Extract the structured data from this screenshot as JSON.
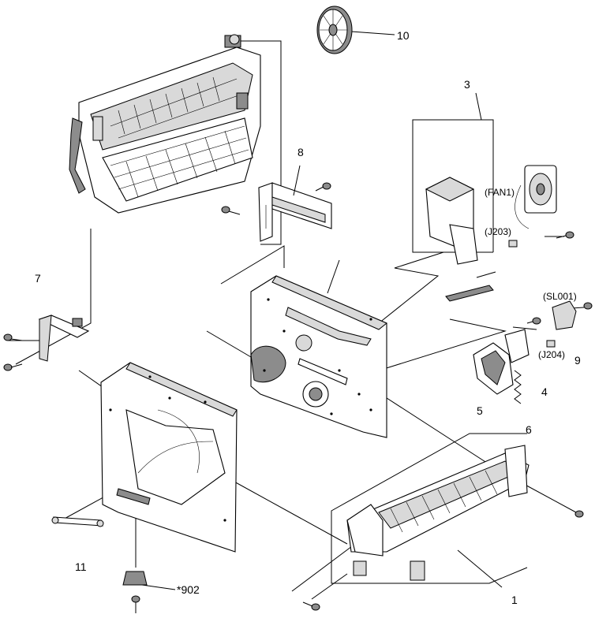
{
  "callouts": {
    "c1": "1",
    "c3": "3",
    "c4": "4",
    "c5": "5",
    "c6": "6",
    "c7": "7",
    "c8": "8",
    "c9": "9",
    "c10": "10",
    "c11": "11",
    "c902": "*902"
  },
  "connectors": {
    "fan": "(FAN1)",
    "j203": "(J203)",
    "sl001": "(SL001)",
    "j204": "(J204)"
  }
}
